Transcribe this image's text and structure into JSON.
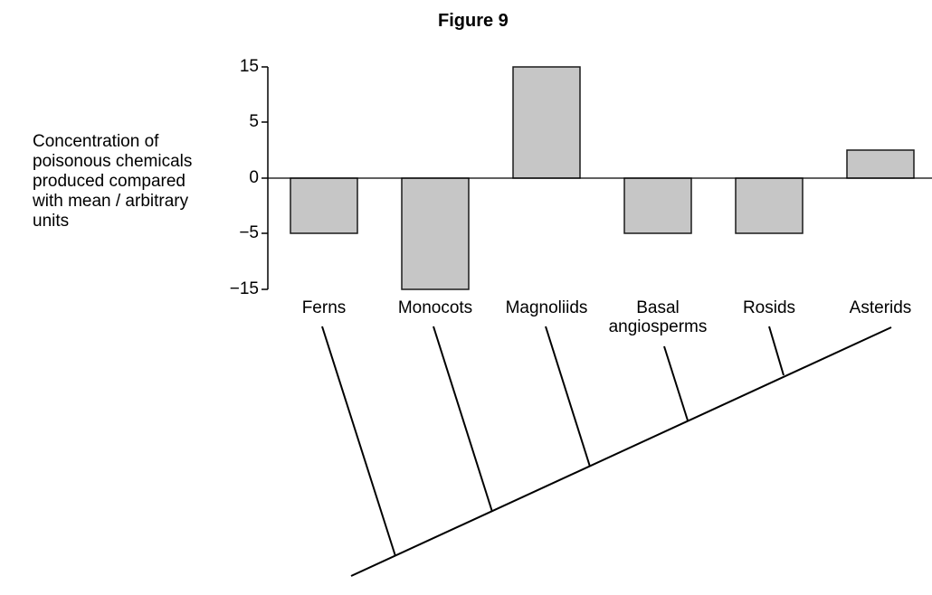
{
  "figure": {
    "title": "Figure 9",
    "ylabel_lines": [
      "Concentration of",
      "poisonous chemicals",
      "produced compared",
      "with mean / arbitrary",
      "units"
    ],
    "yticks": [
      "15",
      "5",
      "0",
      "−5",
      "−15"
    ],
    "categories": [
      {
        "line1": "Ferns",
        "line2": ""
      },
      {
        "line1": "Monocots",
        "line2": ""
      },
      {
        "line1": "Magnoliids",
        "line2": ""
      },
      {
        "line1": "Basal",
        "line2": "angiosperms"
      },
      {
        "line1": "Rosids",
        "line2": ""
      },
      {
        "line1": "Asterids",
        "line2": ""
      }
    ]
  },
  "colors": {
    "bar_fill": "#c6c6c6",
    "bar_stroke": "#1a1a1a",
    "axis": "#000000"
  },
  "chart_data": {
    "type": "bar",
    "title": "Figure 9",
    "xlabel": "",
    "ylabel": "Concentration of poisonous chemicals produced compared with mean / arbitrary units",
    "categories": [
      "Ferns",
      "Monocots",
      "Magnoliids",
      "Basal angiosperms",
      "Rosids",
      "Asterids"
    ],
    "values": [
      -5,
      -15,
      15,
      -5,
      -5,
      2.5
    ],
    "yticks": [
      15,
      5,
      0,
      -5,
      -15
    ],
    "ylim": [
      -15,
      15
    ],
    "axis_note": "Non-linear (broken) y-axis: ticks at 15, 5, 0, -5, -15 equally spaced",
    "grid": false,
    "legend": null,
    "annotations": [
      "Phylogenetic tree (cladogram) below bars linking Ferns, Monocots, Magnoliids, Basal angiosperms, Rosids, Asterids"
    ]
  }
}
